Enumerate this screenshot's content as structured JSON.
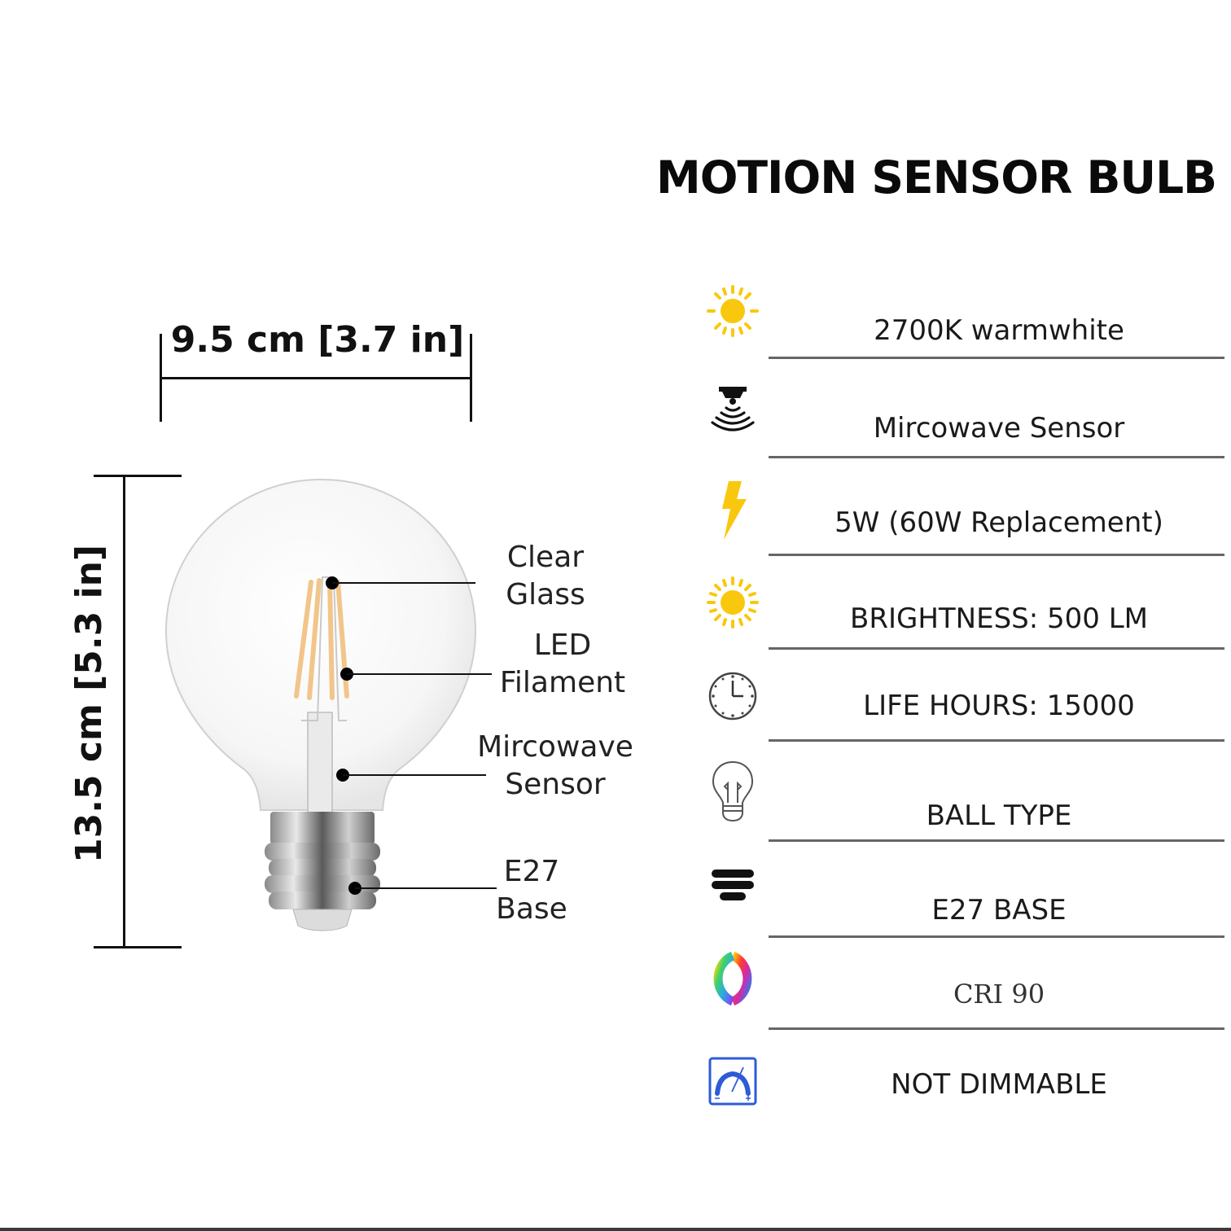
{
  "title": "MOTION SENSOR BULB",
  "dimensions": {
    "width_label": "9.5 cm [3.7 in]",
    "height_label": "13.5 cm [5.3 in]"
  },
  "callouts": [
    {
      "line1": "Clear",
      "line2": "Glass"
    },
    {
      "line1": "LED",
      "line2": "Filament"
    },
    {
      "line1": "Mircowave",
      "line2": "Sensor"
    },
    {
      "line1": "E27",
      "line2": "Base"
    }
  ],
  "specs": [
    {
      "icon": "sun-icon",
      "text": "2700K warmwhite"
    },
    {
      "icon": "sensor-icon",
      "text": "Mircowave Sensor"
    },
    {
      "icon": "lightning-icon",
      "text": "5W (60W Replacement)"
    },
    {
      "icon": "sun-icon",
      "text": "BRIGHTNESS: 500 LM"
    },
    {
      "icon": "clock-icon",
      "text": "LIFE HOURS: 15000"
    },
    {
      "icon": "bulb-outline-icon",
      "text": "BALL TYPE"
    },
    {
      "icon": "base-icon",
      "text": "E27 BASE"
    },
    {
      "icon": "color-ring-icon",
      "text": "CRI 90"
    },
    {
      "icon": "dimmer-icon",
      "text": "NOT DIMMABLE"
    }
  ],
  "colors": {
    "icon_yellow": "#F9C80E",
    "dimmer_blue": "#2D5BD8",
    "filament": "#F2C58A",
    "rule": "#666666"
  }
}
